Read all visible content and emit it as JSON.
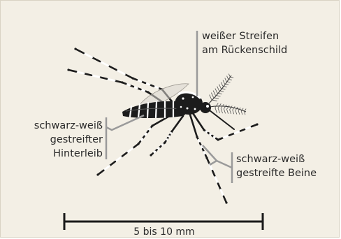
{
  "labels": {
    "stripe_line1": "weißer Streifen",
    "stripe_line2": "am Rückenschild",
    "abdomen_line1": "schwarz-weiß",
    "abdomen_line2": "gestreifter",
    "abdomen_line3": "Hinterleib",
    "legs_line1": "schwarz-weiß",
    "legs_line2": "gestreifte Beine"
  },
  "scale": {
    "label": "5 bis 10 mm"
  },
  "colors": {
    "background": "#f3efe5",
    "body": "#1c1c1c",
    "stripe": "#ffffff",
    "leader": "#9a9a9a"
  }
}
